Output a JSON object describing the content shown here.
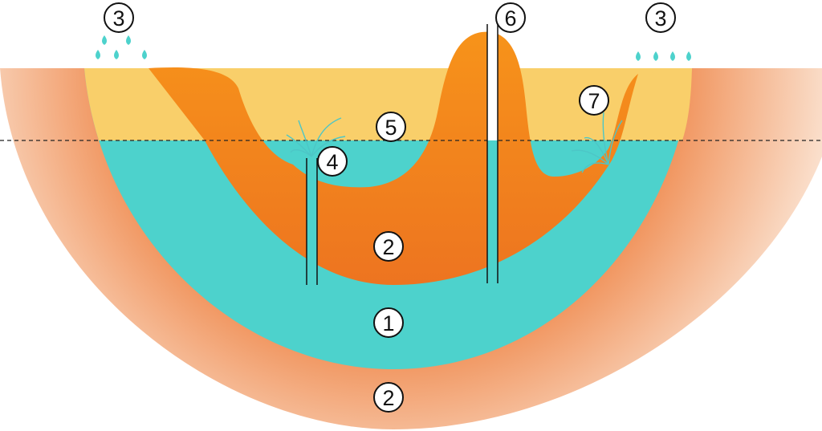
{
  "diagram": {
    "colors": {
      "aquifer": "#4dd2cc",
      "confining_layer": "#f0861c",
      "recharge_zone": "#f9cf6a",
      "outer_layer": "#f08a4a",
      "water": "#4dd2cc"
    },
    "labels": [
      {
        "id": "recharge-left",
        "text": "3"
      },
      {
        "id": "flowing-well-pipe",
        "text": "6"
      },
      {
        "id": "recharge-right",
        "text": "3"
      },
      {
        "id": "spring",
        "text": "7"
      },
      {
        "id": "potentiometric-surface",
        "text": "5"
      },
      {
        "id": "artesian-well",
        "text": "4"
      },
      {
        "id": "confining-layer-upper",
        "text": "2"
      },
      {
        "id": "aquifer",
        "text": "1"
      },
      {
        "id": "confining-layer-lower",
        "text": "2"
      }
    ]
  }
}
